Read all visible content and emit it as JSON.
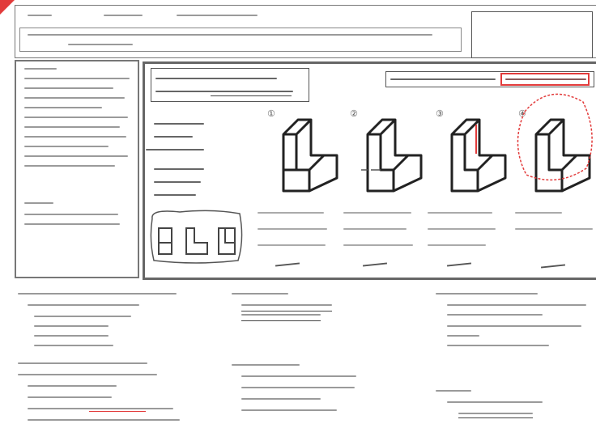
{
  "figure_numbers": [
    "①",
    "②",
    "③",
    "④"
  ],
  "colors": {
    "accent_red": "#e23b3b",
    "line_gray": "#9a9a9a",
    "border": "#777777"
  }
}
